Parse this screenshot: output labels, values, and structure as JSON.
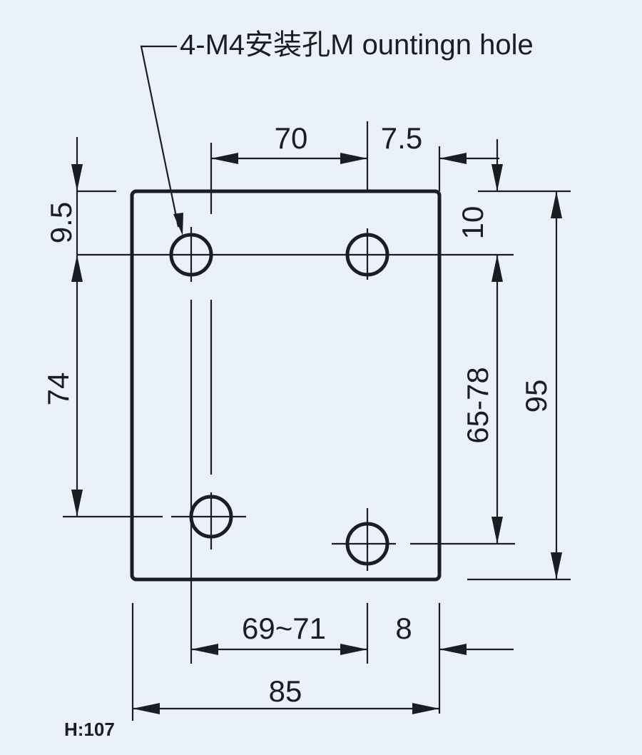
{
  "callout": {
    "text": "4-M4安装孔M ountingn hole"
  },
  "dimensions": {
    "top_spacing": "70",
    "top_offset": "7.5",
    "left_top_offset": "9.5",
    "left_spacing": "74",
    "right_top_offset": "10",
    "right_spacing": "65-78",
    "overall_height": "95",
    "bottom_spacing": "69~71",
    "bottom_offset": "8",
    "overall_width": "85"
  },
  "height_note": "H:107",
  "colors": {
    "line": "#1b1d22",
    "background": "#eaf1f8"
  }
}
